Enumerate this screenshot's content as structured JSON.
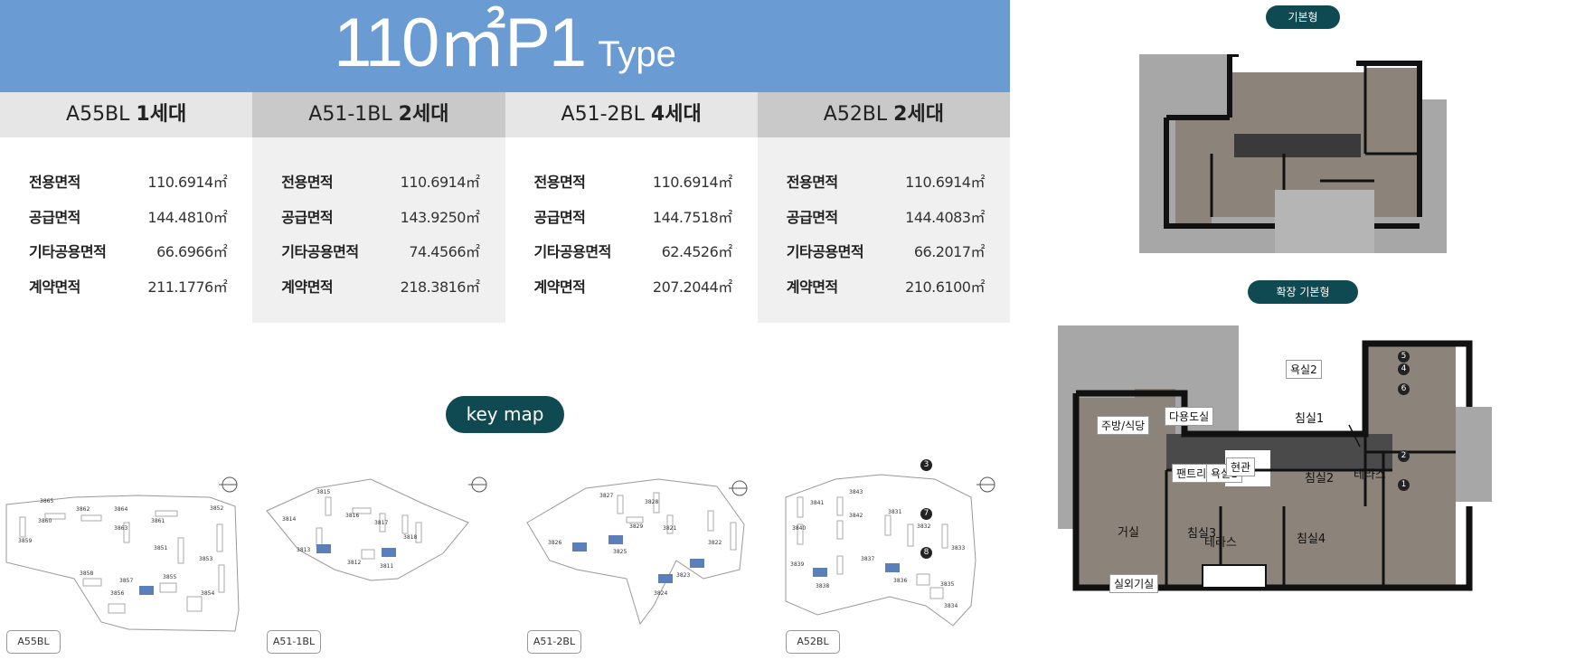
{
  "header": {
    "title_main": "110㎡P1",
    "title_type": "Type"
  },
  "blocks": [
    {
      "name": "A55BL",
      "count": "1세대",
      "rows": [
        {
          "label": "전용면적",
          "value": "110.6914㎡"
        },
        {
          "label": "공급면적",
          "value": "144.4810㎡"
        },
        {
          "label": "기타공용면적",
          "value": "66.6966㎡"
        },
        {
          "label": "계약면적",
          "value": "211.1776㎡"
        }
      ]
    },
    {
      "name": "A51-1BL",
      "count": "2세대",
      "rows": [
        {
          "label": "전용면적",
          "value": "110.6914㎡"
        },
        {
          "label": "공급면적",
          "value": "143.9250㎡"
        },
        {
          "label": "기타공용면적",
          "value": "74.4566㎡"
        },
        {
          "label": "계약면적",
          "value": "218.3816㎡"
        }
      ]
    },
    {
      "name": "A51-2BL",
      "count": "4세대",
      "rows": [
        {
          "label": "전용면적",
          "value": "110.6914㎡"
        },
        {
          "label": "공급면적",
          "value": "144.7518㎡"
        },
        {
          "label": "기타공용면적",
          "value": "62.4526㎡"
        },
        {
          "label": "계약면적",
          "value": "207.2044㎡"
        }
      ]
    },
    {
      "name": "A52BL",
      "count": "2세대",
      "rows": [
        {
          "label": "전용면적",
          "value": "110.6914㎡"
        },
        {
          "label": "공급면적",
          "value": "144.4083㎡"
        },
        {
          "label": "기타공용면적",
          "value": "66.2017㎡"
        },
        {
          "label": "계약면적",
          "value": "210.6100㎡"
        }
      ]
    }
  ],
  "keymap": {
    "label": "key map"
  },
  "maps": [
    {
      "label": "A55BL",
      "numbers": [
        "3865",
        "3862",
        "3864",
        "3863",
        "3861",
        "3860",
        "3859",
        "3858",
        "3857",
        "3856",
        "3855",
        "3854",
        "3853",
        "3852",
        "3851"
      ]
    },
    {
      "label": "A51-1BL",
      "numbers": [
        "3815",
        "3814",
        "3816",
        "3817",
        "3818",
        "3813",
        "3812",
        "3811"
      ]
    },
    {
      "label": "A51-2BL",
      "numbers": [
        "3827",
        "3828",
        "3829",
        "3821",
        "3826",
        "3825",
        "3822",
        "3823",
        "3824"
      ]
    },
    {
      "label": "A52BL",
      "numbers": [
        "3843",
        "3841",
        "3842",
        "3831",
        "3832",
        "3840",
        "3833",
        "3839",
        "3837",
        "3838",
        "3836",
        "3835",
        "3834"
      ]
    }
  ],
  "plans": {
    "basic_label": "기본형",
    "extended_label": "확장 기본형",
    "rooms": {
      "bath2": "욕실2",
      "bed1": "침실1",
      "kitchen": "주방/식당",
      "utility": "다용도실",
      "pantry": "팬트리",
      "bath1": "욕실1",
      "entrance": "현관",
      "bed2": "침실2",
      "terrace_right": "테라스",
      "living": "거실",
      "bed3": "침실3",
      "terrace_bottom": "테라스",
      "bed4": "침실4",
      "outdoor_unit": "실외기실"
    },
    "markers": [
      "5",
      "4",
      "6",
      "2",
      "3",
      "1",
      "7",
      "8"
    ]
  },
  "colors": {
    "header": "#6b9bd3",
    "accent": "#0f4a52",
    "wall": "#222222",
    "floor": "#8e857b",
    "terrace": "#a9a9a9"
  }
}
